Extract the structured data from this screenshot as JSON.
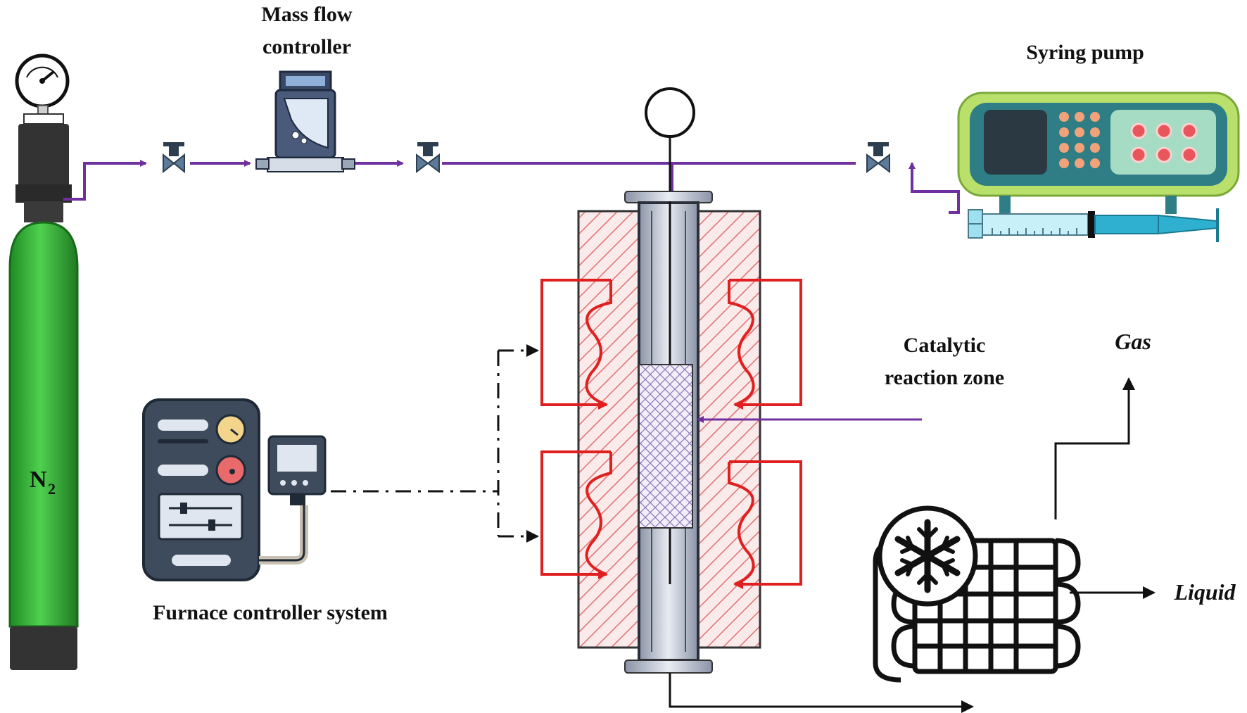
{
  "labels": {
    "mass_flow_controller_line1": "Mass flow",
    "mass_flow_controller_line2": "controller",
    "syringe_pump": "Syring pump",
    "n2_main": "N",
    "n2_sub": "2",
    "catalytic_line1": "Catalytic",
    "catalytic_line2": "reaction zone",
    "gas": "Gas",
    "liquid": "Liquid",
    "furnace_controller": "Furnace controller system"
  },
  "colors": {
    "flow_line": "#7030A0",
    "heater_coil": "#E02020",
    "cylinder_green": "#3DBE3D",
    "pump_frame": "#B8E06A",
    "hatch": "#E07070"
  }
}
